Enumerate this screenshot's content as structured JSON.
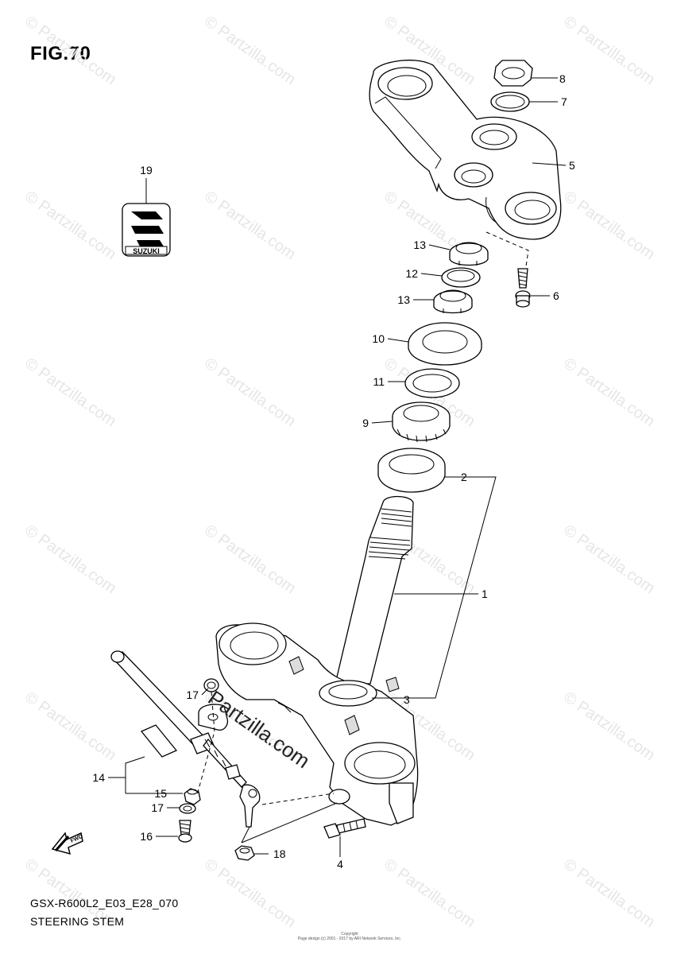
{
  "figure": {
    "title": "FIG.70",
    "model_code": "GSX-R600L2_E03_E28_070",
    "section_name": "STEERING STEM",
    "footer_copyright": "Copyright",
    "footer_credit": "Page design (c) 2001 - 2017 by ARI Network Services, Inc."
  },
  "watermark": {
    "text": "© Partzilla.com",
    "overlay_text": "Partzilla.com"
  },
  "emblem": {
    "brand_text": "SUZUKI"
  },
  "direction_arrow": {
    "label": "FWD"
  },
  "callouts": [
    {
      "id": "c1",
      "label": "1"
    },
    {
      "id": "c2",
      "label": "2"
    },
    {
      "id": "c3",
      "label": "3"
    },
    {
      "id": "c4",
      "label": "4"
    },
    {
      "id": "c5",
      "label": "5"
    },
    {
      "id": "c6",
      "label": "6"
    },
    {
      "id": "c7",
      "label": "7"
    },
    {
      "id": "c8",
      "label": "8"
    },
    {
      "id": "c9",
      "label": "9"
    },
    {
      "id": "c10",
      "label": "10"
    },
    {
      "id": "c11",
      "label": "11"
    },
    {
      "id": "c12",
      "label": "12"
    },
    {
      "id": "c13a",
      "label": "13"
    },
    {
      "id": "c13b",
      "label": "13"
    },
    {
      "id": "c14",
      "label": "14"
    },
    {
      "id": "c15",
      "label": "15"
    },
    {
      "id": "c16",
      "label": "16"
    },
    {
      "id": "c17a",
      "label": "17"
    },
    {
      "id": "c17b",
      "label": "17"
    },
    {
      "id": "c18",
      "label": "18"
    },
    {
      "id": "c19",
      "label": "19"
    }
  ]
}
